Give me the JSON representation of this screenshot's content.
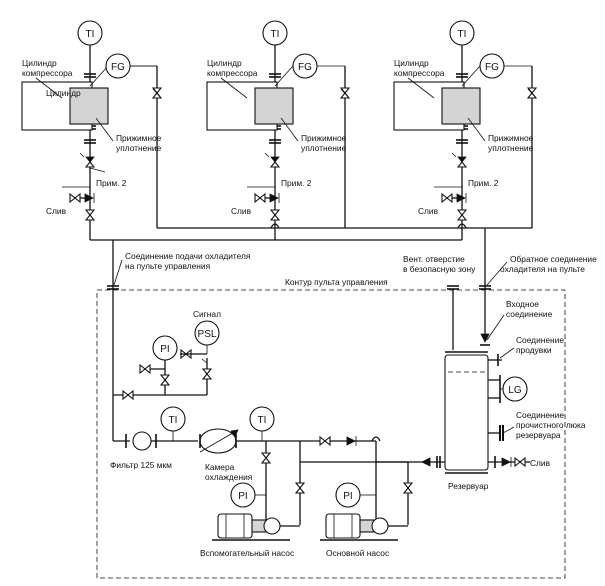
{
  "labels": {
    "cylinder": [
      "Цилиндр",
      "компрессора"
    ],
    "seal": [
      "Прижимное",
      "уплотнение"
    ],
    "note2": "Прим. 2",
    "drain": "Слив",
    "supply_conn": [
      "Соединение подачи охладителя",
      "на пульте управления"
    ],
    "return_conn": [
      "Обратное соединение",
      "охладителя на пульте"
    ],
    "vent": [
      "Вент. отверстие",
      "в безопасную зону"
    ],
    "panel_contour": "Контур пульта управления",
    "signal": "Сигнал",
    "inlet": [
      "Входное",
      "соединение"
    ],
    "purge": [
      "Соединение",
      "продувки"
    ],
    "manhole": [
      "Соединение",
      "прочистного люка",
      "резервуара"
    ],
    "filter": "Фильтр 125 мкм",
    "chamber": [
      "Камера",
      "охлаждения"
    ],
    "reservoir": "Резервуар",
    "aux_pump": "Вспомогательный насос",
    "main_pump": "Основной насос"
  },
  "instruments": {
    "ti": "TI",
    "fg": "FG",
    "pi": "PI",
    "psl": "PSL",
    "lg": "LG"
  },
  "units": [
    {
      "id": "compressor-1"
    },
    {
      "id": "compressor-2"
    },
    {
      "id": "compressor-3"
    }
  ]
}
